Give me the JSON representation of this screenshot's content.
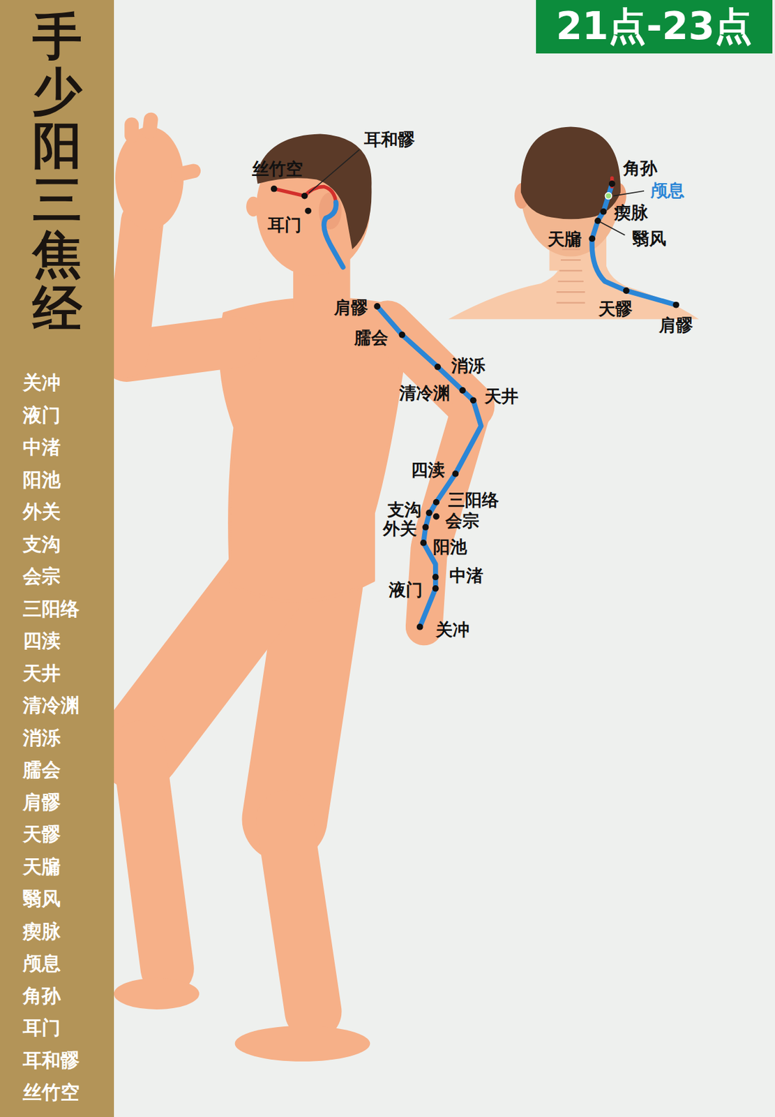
{
  "diagram": {
    "title": "手少阳三焦经",
    "nodes": [
      {
        "text": [
          "关冲",
          "液门",
          "中渚",
          "阳池",
          "外关",
          "支沟",
          "会宗",
          "三阳络",
          "四渎",
          "天井",
          "清冷渊",
          "消泺",
          "臑会",
          "肩髎",
          "天髎",
          "天牖",
          "翳风",
          "瘈脉",
          "颅息",
          "角孙",
          "耳门",
          "耳和髎",
          "丝竹空"
        ]
      },
      {
        "text": [
          "21点-23点"
        ]
      }
    ],
    "labels": [
      "耳和髎",
      "丝竹空",
      "耳门",
      "肩髎",
      "臑会",
      "消泺",
      "清冷渊",
      "天井",
      "四渎",
      "三阳络",
      "支沟",
      "会宗",
      "外关",
      "阳池",
      "中渚",
      "液门",
      "关冲",
      "角孙",
      "颅息",
      "瘈脉",
      "天牖",
      "翳风",
      "天髎",
      "肩髎"
    ]
  }
}
